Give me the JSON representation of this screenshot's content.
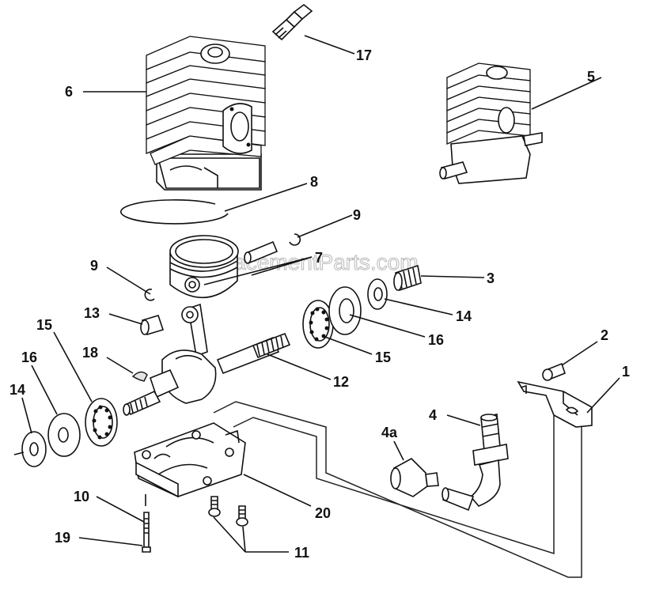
{
  "watermark": "eReplacementParts.com",
  "callouts": {
    "c1": "1",
    "c2": "2",
    "c3": "3",
    "c4": "4",
    "c4a": "4a",
    "c5": "5",
    "c6": "6",
    "c7": "7",
    "c8": "8",
    "c9a": "9",
    "c9b": "9",
    "c10": "10",
    "c11": "11",
    "c12": "12",
    "c13": "13",
    "c14a": "14",
    "c14b": "14",
    "c15a": "15",
    "c15b": "15",
    "c16a": "16",
    "c16b": "16",
    "c17": "17",
    "c18": "18",
    "c19": "19",
    "c20": "20"
  }
}
